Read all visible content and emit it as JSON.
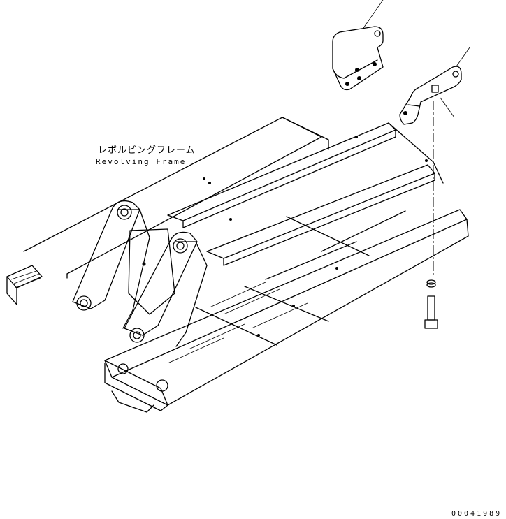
{
  "labels": {
    "frame_name_jp": "レボルビングフレーム",
    "frame_name_en": "Revolving Frame",
    "drawing_number": "00041989"
  }
}
